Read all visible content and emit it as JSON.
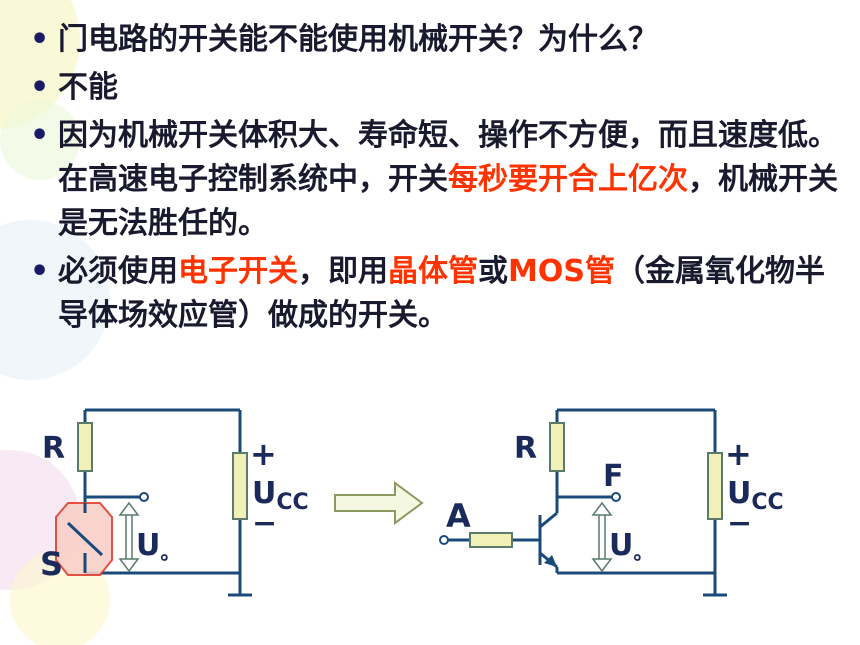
{
  "bullets": [
    {
      "parts": [
        {
          "text": "门电路的开关能不能使用机械开关？为什么？",
          "highlight": false
        }
      ]
    },
    {
      "parts": [
        {
          "text": "不能",
          "highlight": false
        }
      ]
    },
    {
      "parts": [
        {
          "text": "因为机械开关体积大、寿命短、操作不方便，而且速度低。在高速电子控制系统中，开关",
          "highlight": false
        },
        {
          "text": "每秒要开合上亿次",
          "highlight": true
        },
        {
          "text": "，机械开关是无法胜任的。",
          "highlight": false
        }
      ]
    },
    {
      "parts": [
        {
          "text": "必须使用",
          "highlight": false
        },
        {
          "text": "电子开关",
          "highlight": true
        },
        {
          "text": "，即用",
          "highlight": false
        },
        {
          "text": "晶体管",
          "highlight": true
        },
        {
          "text": "或",
          "highlight": false
        },
        {
          "text": "MOS管",
          "highlight": true
        },
        {
          "text": "（金属氧化物半导体场效应管）做成的开关。",
          "highlight": false
        }
      ]
    }
  ],
  "circuit_left": {
    "resistor_label": "R",
    "switch_label": "S",
    "supply_label": "U",
    "supply_sub": "CC",
    "plus": "+",
    "minus": "−",
    "output_label": "U",
    "output_sub": "。"
  },
  "circuit_right": {
    "resistor_label": "R",
    "input_label": "A",
    "output_node_label": "F",
    "supply_label": "U",
    "supply_sub": "CC",
    "plus": "+",
    "minus": "−",
    "output_label": "U",
    "output_sub": "。"
  },
  "colors": {
    "text": "#1a1a2e",
    "highlight": "#ff3300",
    "wire": "#1a4a7a",
    "resistor_fill": "#f0f0b8",
    "resistor_stroke": "#5a7a6a",
    "switch_outline": "#e04030",
    "switch_fill": "#f8d0c8"
  }
}
